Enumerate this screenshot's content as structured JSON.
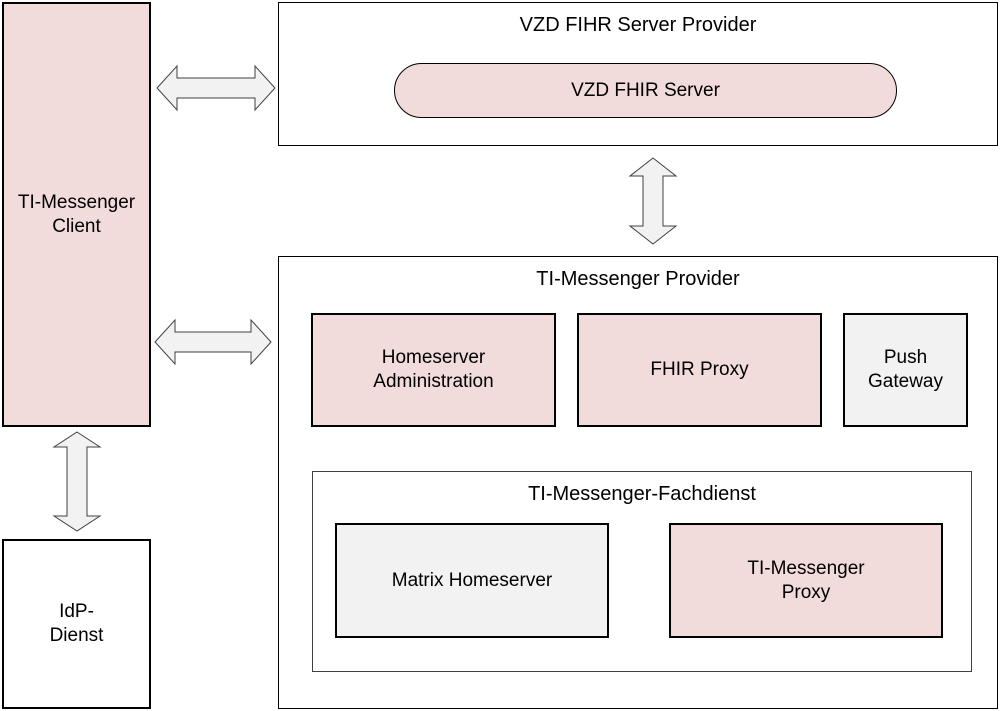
{
  "client": {
    "label": "TI-Messenger\nClient"
  },
  "idp": {
    "label": "IdP-\nDienst"
  },
  "vzd_provider": {
    "title": "VZD FIHR Server Provider",
    "server": {
      "label": "VZD FHIR Server"
    }
  },
  "ti_provider": {
    "title": "TI-Messenger Provider",
    "homeserver_admin": {
      "label": "Homeserver\nAdministration"
    },
    "fhir_proxy": {
      "label": "FHIR Proxy"
    },
    "push_gateway": {
      "label": "Push\nGateway"
    },
    "fachdienst": {
      "title": "TI-Messenger-Fachdienst",
      "matrix_homeserver": {
        "label": "Matrix Homeserver"
      },
      "ti_proxy": {
        "label": "TI-Messenger\nProxy"
      }
    }
  },
  "colors": {
    "pink_fill": "#f2dcdb",
    "grey_fill": "#f2f2f2",
    "border": "#000000"
  }
}
